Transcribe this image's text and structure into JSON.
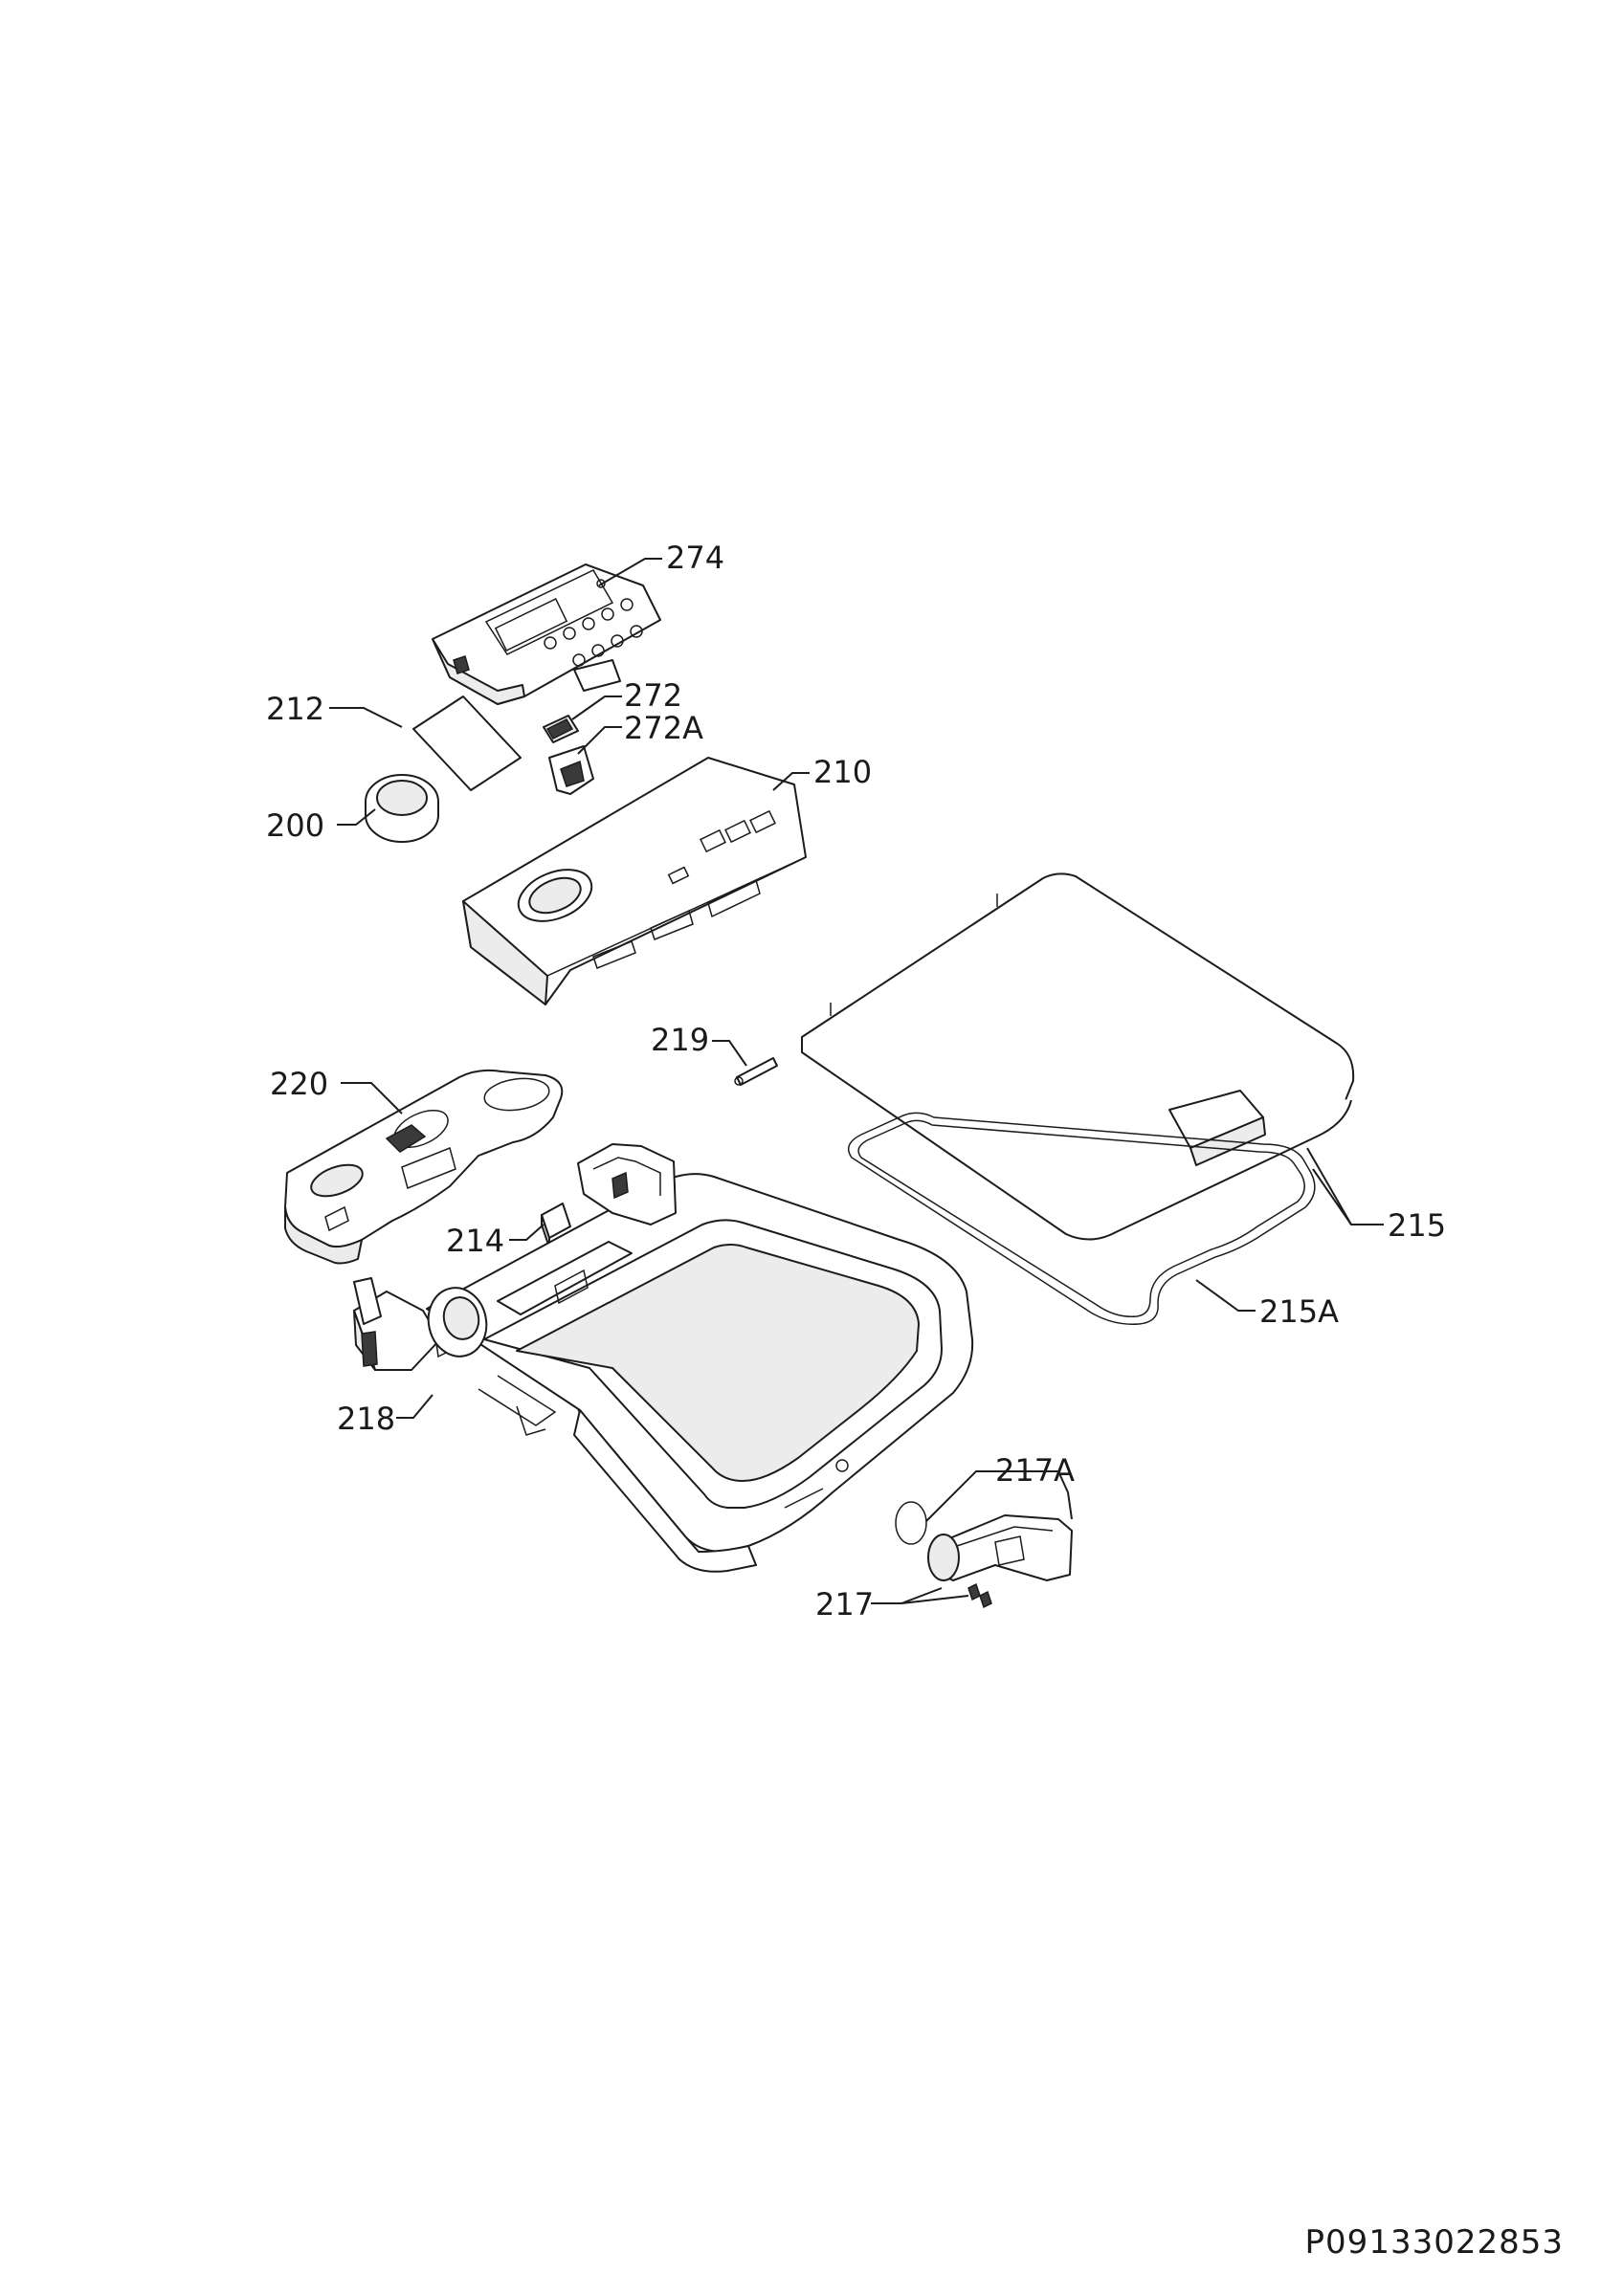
{
  "diagram": {
    "labels": {
      "l274": "274",
      "l212": "212",
      "l272": "272",
      "l272a": "272A",
      "l210": "210",
      "l200": "200",
      "l219": "219",
      "l220": "220",
      "l215": "215",
      "l214": "214",
      "l215a": "215A",
      "l218": "218",
      "l217a": "217A",
      "l217": "217"
    },
    "drawing_code": "P09133022853"
  }
}
